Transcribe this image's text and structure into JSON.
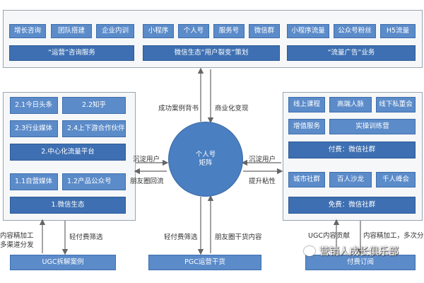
{
  "top": {
    "consulting": {
      "items": [
        "增长咨询",
        "团队搭建",
        "企业内训"
      ],
      "title": "“运营”咨询服务"
    },
    "wechat": {
      "items": [
        "小程序",
        "个人号",
        "服务号",
        "微信群"
      ],
      "title": "微信生态“用户裂变”策划"
    },
    "traffic": {
      "items": [
        "小程序流量",
        "公众号粉丝",
        "H5流量"
      ],
      "title": "“流量广告”业务"
    }
  },
  "left": {
    "platform_items": [
      "2.1今日头条",
      "2.2知乎",
      "2.3行业媒体",
      "2.4上下游合作伙伴"
    ],
    "platform_title": "2.中心化流量平台",
    "wechat_items": [
      "1.1自营媒体",
      "1.2产品公众号"
    ],
    "wechat_title": "1.微信生态"
  },
  "right": {
    "paid_items": [
      "线上课程",
      "高端人脉",
      "线下私董会",
      "增值服务",
      "实操训练营"
    ],
    "paid_title": "付费：微信社群",
    "free_items": [
      "城市社群",
      "百人沙龙",
      "千人峰会"
    ],
    "free_title": "免费：微信社群"
  },
  "center": {
    "circle_lines": [
      "个人号",
      "矩阵"
    ],
    "label_case": "成功案例背书",
    "label_monetize": "商业化变现",
    "label_settle_left": "沉淀用户",
    "label_moments_flow": "朋友圈回流",
    "label_settle_right": "沉淀用户",
    "label_stickiness": "提升粘性",
    "label_light_paid_left": "轻付费筛选",
    "label_light_paid_mid": "轻付费筛选",
    "label_moments_content": "朋友圈干货内容"
  },
  "bottom": {
    "ugc_split": "UGC拆解案例",
    "pgc": "PGC运营干货",
    "paid_order": "付费订阅",
    "label_content_processing": "内容精加工",
    "label_multi_channel": "多渠道分发",
    "label_ugc_contrib": "UGC内容贡献",
    "label_content_processing_right": "内容精加工，多次分发"
  },
  "watermark": "营销人成长俱乐部"
}
